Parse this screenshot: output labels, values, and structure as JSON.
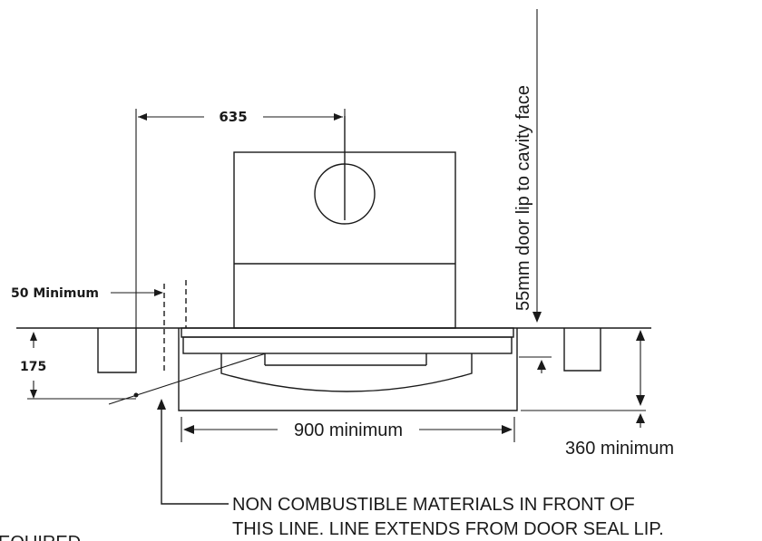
{
  "labels": {
    "width_635": "635",
    "min_50": "50 Minimum",
    "depth_175": "175",
    "door_lip": "55mm door lip to cavity face",
    "width_900": "900 minimum",
    "height_360": "360 minimum",
    "note_line1": "NON COMBUSTIBLE MATERIALS IN FRONT OF",
    "note_line2": "THIS LINE. LINE EXTENDS FROM DOOR SEAL LIP.",
    "note_cut": "EQUIRED"
  }
}
